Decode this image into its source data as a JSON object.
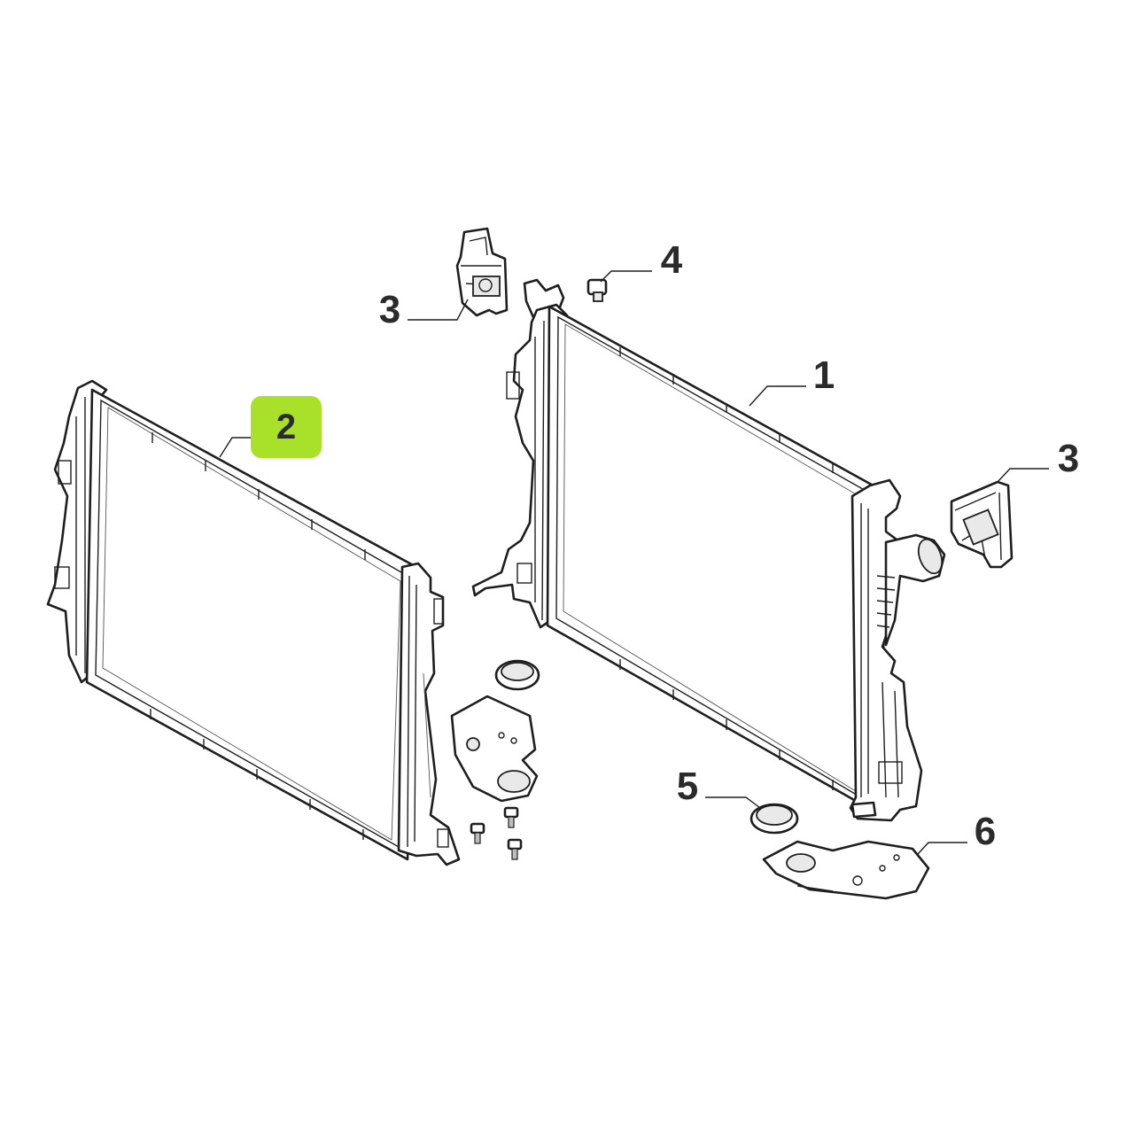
{
  "callouts": {
    "part1": "1",
    "part2": "2",
    "part3_top": "3",
    "part3_right": "3",
    "part4": "4",
    "part5": "5",
    "part6": "6"
  },
  "colors": {
    "highlight": "#a8e02a",
    "line": "#1e1e1e",
    "text": "#2b2b2b"
  }
}
